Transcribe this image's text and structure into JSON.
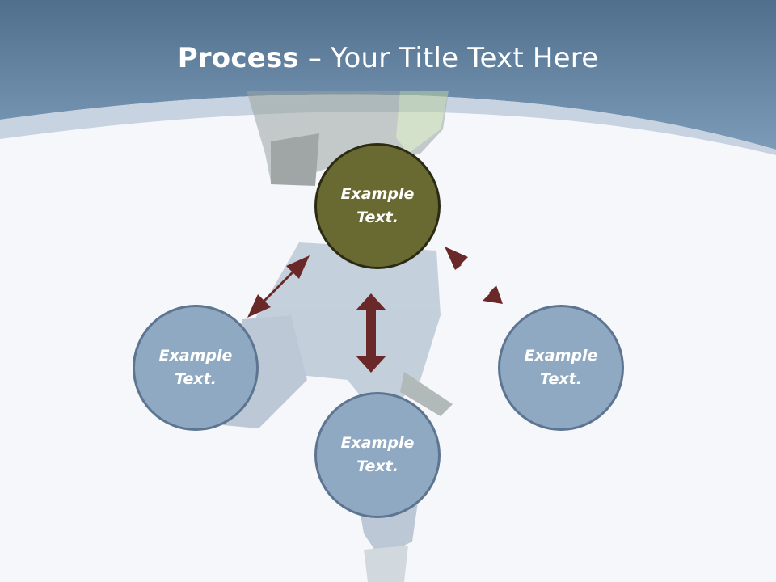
{
  "slide": {
    "title_bold": "Process",
    "title_rest": " – Your Title Text Here"
  },
  "diagram": {
    "center_node": {
      "label": "Example\nText."
    },
    "left_node": {
      "label": "Example\nText."
    },
    "bottom_node": {
      "label": "Example\nText."
    },
    "right_node": {
      "label": "Example\nText."
    }
  },
  "colors": {
    "header": "#6f93b3",
    "center_fill": "#686a32",
    "node_fill": "#8fa9c2",
    "arrow": "#6b2828"
  },
  "icons": [
    "double-arrow-icon"
  ]
}
